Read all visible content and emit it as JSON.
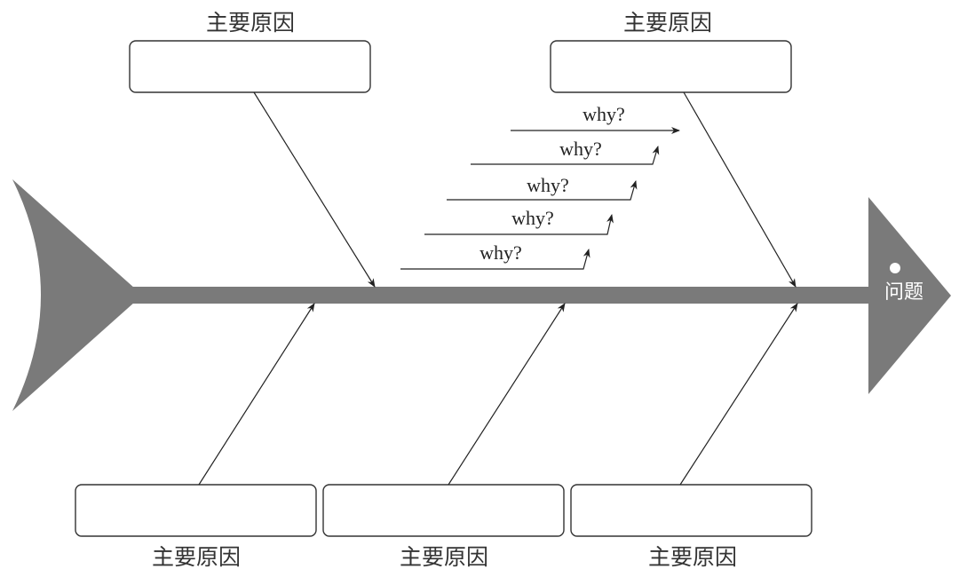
{
  "diagram": {
    "problem_label": "问题",
    "colors": {
      "spine": "#7a7a7a",
      "line": "#222222",
      "box_border": "#333333",
      "text": "#333333"
    },
    "top_causes": [
      {
        "label": "主要原因"
      },
      {
        "label": "主要原因"
      }
    ],
    "bottom_causes": [
      {
        "label": "主要原因"
      },
      {
        "label": "主要原因"
      },
      {
        "label": "主要原因"
      }
    ],
    "why_chain": [
      {
        "label": "why?"
      },
      {
        "label": "why?"
      },
      {
        "label": "why?"
      },
      {
        "label": "why?"
      },
      {
        "label": "why?"
      }
    ]
  }
}
